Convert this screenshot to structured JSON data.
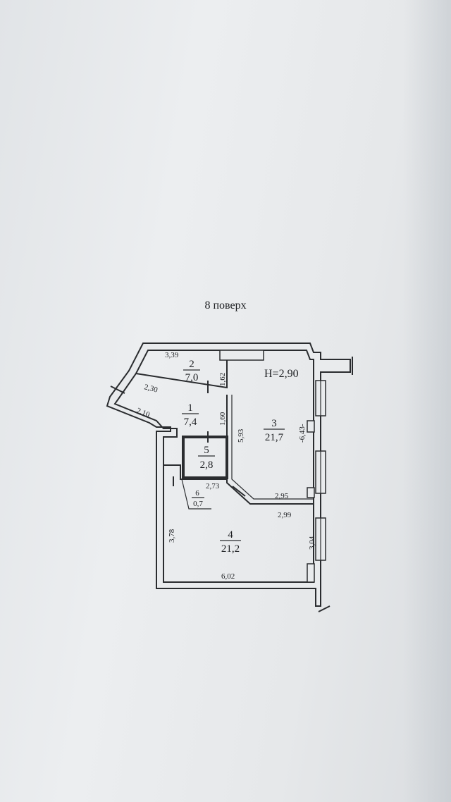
{
  "title": "8 поверх",
  "ceiling_height": "H=2,90",
  "rooms": [
    {
      "number": "1",
      "area": "7,4"
    },
    {
      "number": "2",
      "area": "7,0"
    },
    {
      "number": "3",
      "area": "21,7"
    },
    {
      "number": "4",
      "area": "21,2"
    },
    {
      "number": "5",
      "area": "2,8"
    },
    {
      "number": "6",
      "area": "0,7"
    }
  ],
  "dimensions": {
    "d339": "3,39",
    "d162": "1,62",
    "d230": "2,30",
    "d210": "2,10",
    "d160": "1,60",
    "d593": "5,93",
    "d643": "-6,43-",
    "d273": "2,73",
    "d295": "2,95",
    "d299": "2,99",
    "d378": "3,78",
    "d304": "3,04",
    "d602": "6,02"
  }
}
